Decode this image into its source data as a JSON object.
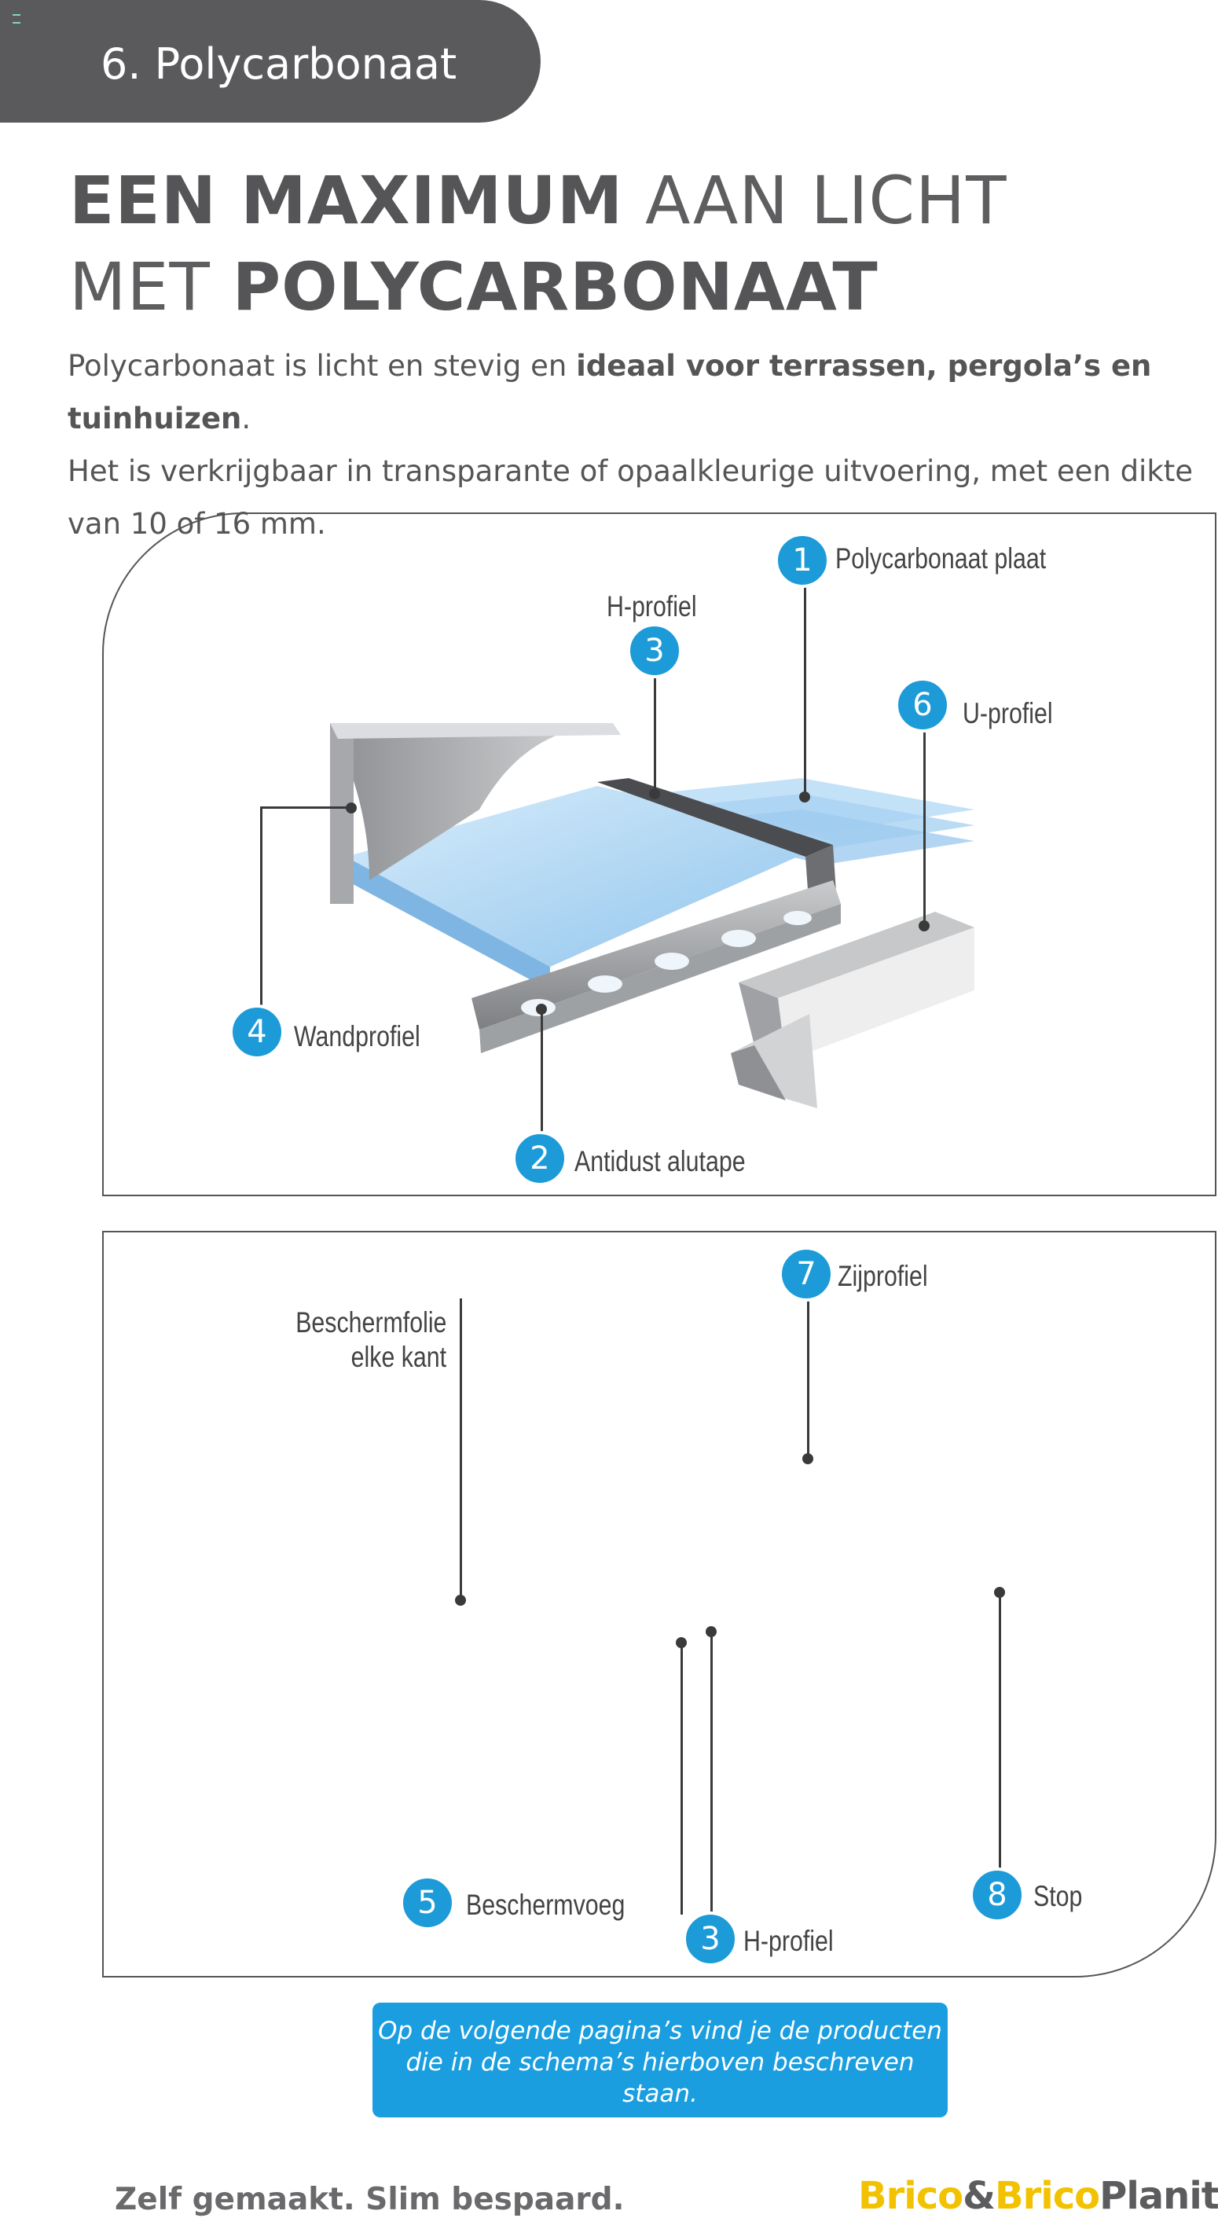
{
  "section": {
    "title": "6. Polycarbonaat"
  },
  "headline": {
    "line1_bold": "EEN MAXIMUM",
    "line1_light": "AAN LICHT",
    "line2_light": "MET",
    "line2_bold": "POLYCARBONAAT"
  },
  "intro": {
    "part1": "Polycarbonaat is licht en stevig en ",
    "bold": "ideaal voor terrassen, pergola’s en tuinhuizen",
    "part2": ".",
    "line2": "Het is verkrijgbaar in transparante of opaalkleurige uitvoering, met een dikte",
    "line3": "van 10 of 16 mm."
  },
  "diagram1": {
    "callouts": [
      {
        "number": "1",
        "label": "Polycarbonaat plaat"
      },
      {
        "number": "3",
        "label": "H-profiel"
      },
      {
        "number": "6",
        "label": "U-profiel"
      },
      {
        "number": "4",
        "label": "Wandprofiel"
      },
      {
        "number": "2",
        "label": "Antidust alutape"
      }
    ]
  },
  "diagram2": {
    "note_line1": "Beschermfolie",
    "note_line2": "elke kant",
    "callouts": [
      {
        "number": "7",
        "label": "Zijprofiel"
      },
      {
        "number": "5",
        "label": "Beschermvoeg"
      },
      {
        "number": "3",
        "label": "H-profiel"
      },
      {
        "number": "8",
        "label": "Stop"
      }
    ]
  },
  "cta": {
    "line1": "Op de volgende pagina’s vind je de producten",
    "line2": "die in de schema’s hierboven beschreven",
    "line3": "staan."
  },
  "footer": {
    "slogan": "Zelf gemaakt. Slim bespaard.",
    "logo_part1": "Brico",
    "logo_amp": "&",
    "logo_part2": "Brico",
    "logo_part3": "Planit"
  },
  "colors": {
    "accent_blue": "#1c9bd8",
    "tab_gray": "#5a5a5c",
    "logo_yellow": "#f2c200"
  }
}
